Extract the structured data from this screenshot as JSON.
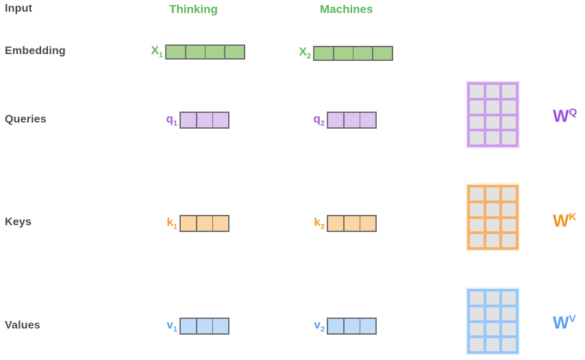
{
  "colors": {
    "label-text": "#474750",
    "cell-border": "#6e6e70",
    "matrix-cell": "#e2e2e4",
    "green-fill": "#a9d18e",
    "green-text": "#5bb75b",
    "purple-fill": "#ddc7f0",
    "purple-text": "#a05fd6",
    "purple-border": "#cf9ced",
    "purple-strong": "#9b51e0",
    "orange-fill": "#fbd6a4",
    "orange-text": "#f29a38",
    "orange-border": "#f5b266",
    "orange-strong": "#f0931f",
    "blue-fill": "#bedcfa",
    "blue-text": "#55a0ee",
    "blue-border": "#97c6f8",
    "blue-strong": "#5d9ff0"
  },
  "row_labels": {
    "input": "Input",
    "embedding": "Embedding",
    "queries": "Queries",
    "keys": "Keys",
    "values": "Values"
  },
  "words": {
    "word1": "Thinking",
    "word2": "Machines"
  },
  "vectors": {
    "x1": {
      "label": "X",
      "sub": "1",
      "cells": 4
    },
    "x2": {
      "label": "X",
      "sub": "2",
      "cells": 4
    },
    "q1": {
      "label": "q",
      "sub": "1",
      "cells": 3
    },
    "q2": {
      "label": "q",
      "sub": "2",
      "cells": 3
    },
    "k1": {
      "label": "k",
      "sub": "1",
      "cells": 3
    },
    "k2": {
      "label": "k",
      "sub": "2",
      "cells": 3
    },
    "v1": {
      "label": "v",
      "sub": "1",
      "cells": 3
    },
    "v2": {
      "label": "v",
      "sub": "2",
      "cells": 3
    }
  },
  "matrices": {
    "wq": {
      "label": "W",
      "sup": "Q",
      "rows": 4,
      "cols": 3
    },
    "wk": {
      "label": "W",
      "sup": "K",
      "rows": 4,
      "cols": 3
    },
    "wv": {
      "label": "W",
      "sup": "V",
      "rows": 4,
      "cols": 3
    }
  }
}
